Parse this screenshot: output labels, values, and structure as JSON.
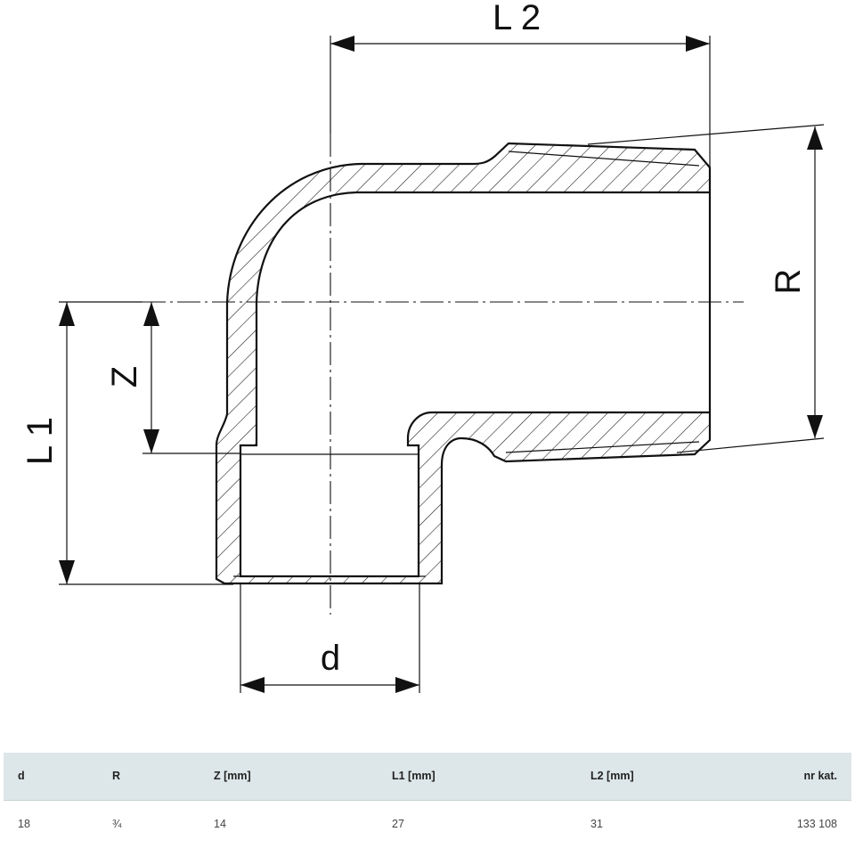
{
  "diagram": {
    "labels": {
      "L2": "L 2",
      "R": "R",
      "Z": "Z",
      "L1": "L 1",
      "d": "d"
    }
  },
  "table": {
    "headers": [
      "d",
      "R",
      "Z [mm]",
      "L1 [mm]",
      "L2 [mm]",
      "nr kat."
    ],
    "rows": [
      [
        "18",
        "¾",
        "14",
        "27",
        "31",
        "133 108"
      ]
    ]
  }
}
